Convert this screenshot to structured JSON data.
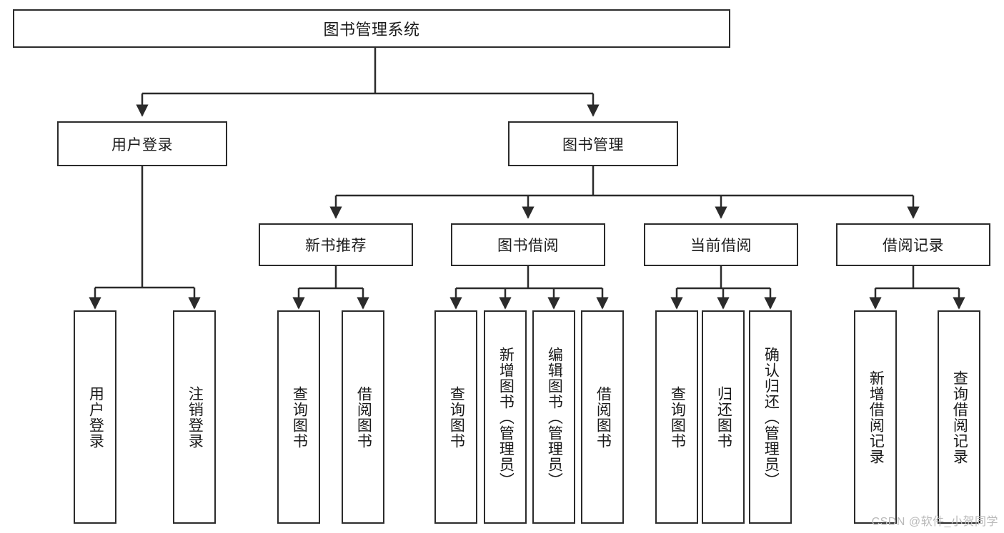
{
  "diagram": {
    "title": "图书管理系统",
    "watermark": "CSDN @软件_小贺同学",
    "line_color": "#2b2b2b",
    "box_fill": "#ffffff",
    "text_color": "#1a1a1a",
    "levels": {
      "root": {
        "label": "图书管理系统"
      },
      "level2": [
        {
          "label": "用户登录"
        },
        {
          "label": "图书管理"
        }
      ],
      "level3": [
        {
          "label": "新书推荐"
        },
        {
          "label": "图书借阅"
        },
        {
          "label": "当前借阅"
        },
        {
          "label": "借阅记录"
        }
      ],
      "leaves": {
        "user_login": [
          {
            "label": "用户登录"
          },
          {
            "label": "注销登录"
          }
        ],
        "new_book_recommend": [
          {
            "label": "查询图书"
          },
          {
            "label": "借阅图书"
          }
        ],
        "book_borrow": [
          {
            "label": "查询图书"
          },
          {
            "label": "新增图书（管理员）"
          },
          {
            "label": "编辑图书（管理员）"
          },
          {
            "label": "借阅图书"
          }
        ],
        "current_borrow": [
          {
            "label": "查询图书"
          },
          {
            "label": "归还图书"
          },
          {
            "label": "确认归还（管理员）"
          }
        ],
        "borrow_record": [
          {
            "label": "新增借阅记录"
          },
          {
            "label": "查询借阅记录"
          }
        ]
      }
    }
  }
}
